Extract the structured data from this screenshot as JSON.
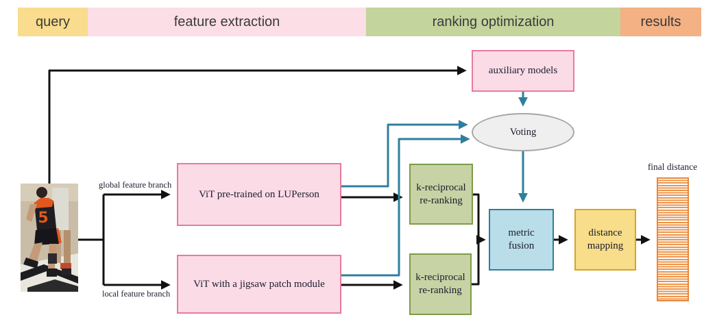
{
  "header": {
    "stages": [
      {
        "id": "query",
        "label": "query"
      },
      {
        "id": "feature-extraction",
        "label": "feature extraction"
      },
      {
        "id": "ranking-optimization",
        "label": "ranking optimization"
      },
      {
        "id": "results",
        "label": "results"
      }
    ]
  },
  "nodes": {
    "auxiliary_models": {
      "label": "auxiliary models"
    },
    "voting": {
      "label": "Voting"
    },
    "vit_global": {
      "label": "ViT pre-trained on LUPerson"
    },
    "vit_local": {
      "label": "ViT with a jigsaw patch module"
    },
    "k_reciprocal_top": {
      "label": "k-reciprocal re-ranking"
    },
    "k_reciprocal_bottom": {
      "label": "k-reciprocal re-ranking"
    },
    "metric_fusion": {
      "label": "metric fusion"
    },
    "distance_mapping": {
      "label": "distance mapping"
    }
  },
  "labels": {
    "global_branch": "global feature branch",
    "local_branch": "local feature branch",
    "final_distance": "final distance"
  },
  "colors": {
    "header-yellow": "#f9dc8d",
    "header-pink": "#fbdee6",
    "header-green": "#c3d49c",
    "header-orange": "#f4b183",
    "pink-fill": "#fbdce6",
    "pink-border": "#e87a9e",
    "green-fill": "#c7d3a4",
    "green-border": "#7d9b49",
    "blue-fill": "#b9dde9",
    "teal": "#2e7f9e",
    "yellow-fill": "#f8dd8a",
    "yellow-border": "#d9a420",
    "orange": "#e8873b",
    "orange-stripe": "#ec944b",
    "gray-fill": "#efefef",
    "gray-border": "#a6a6a6",
    "line-black": "#111111"
  }
}
